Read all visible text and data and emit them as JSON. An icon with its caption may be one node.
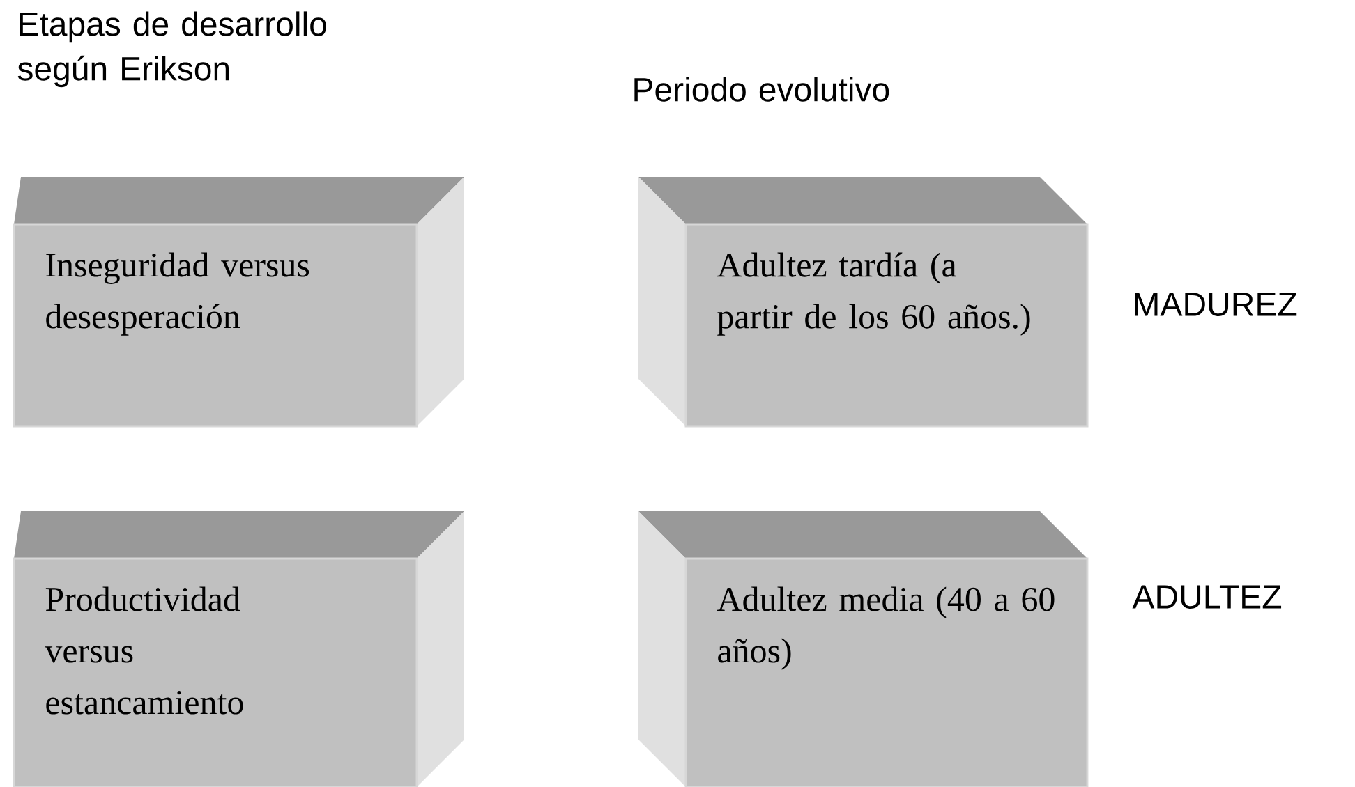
{
  "diagram": {
    "nodes": [
      {
        "text": [
          "Inseguridad versus desesperación"
        ]
      },
      {
        "text": [
          "Adultez tardía (a partir de los 60 años.)"
        ]
      },
      {
        "text": [
          "Productividad versus estancamiento"
        ]
      },
      {
        "text": [
          "Adultez media (40 a 60 años)"
        ]
      }
    ],
    "labels": [
      "Etapas de desarrollo según Erikson",
      "Periodo evolutivo",
      "MADUREZ",
      "ADULTEZ"
    ]
  }
}
